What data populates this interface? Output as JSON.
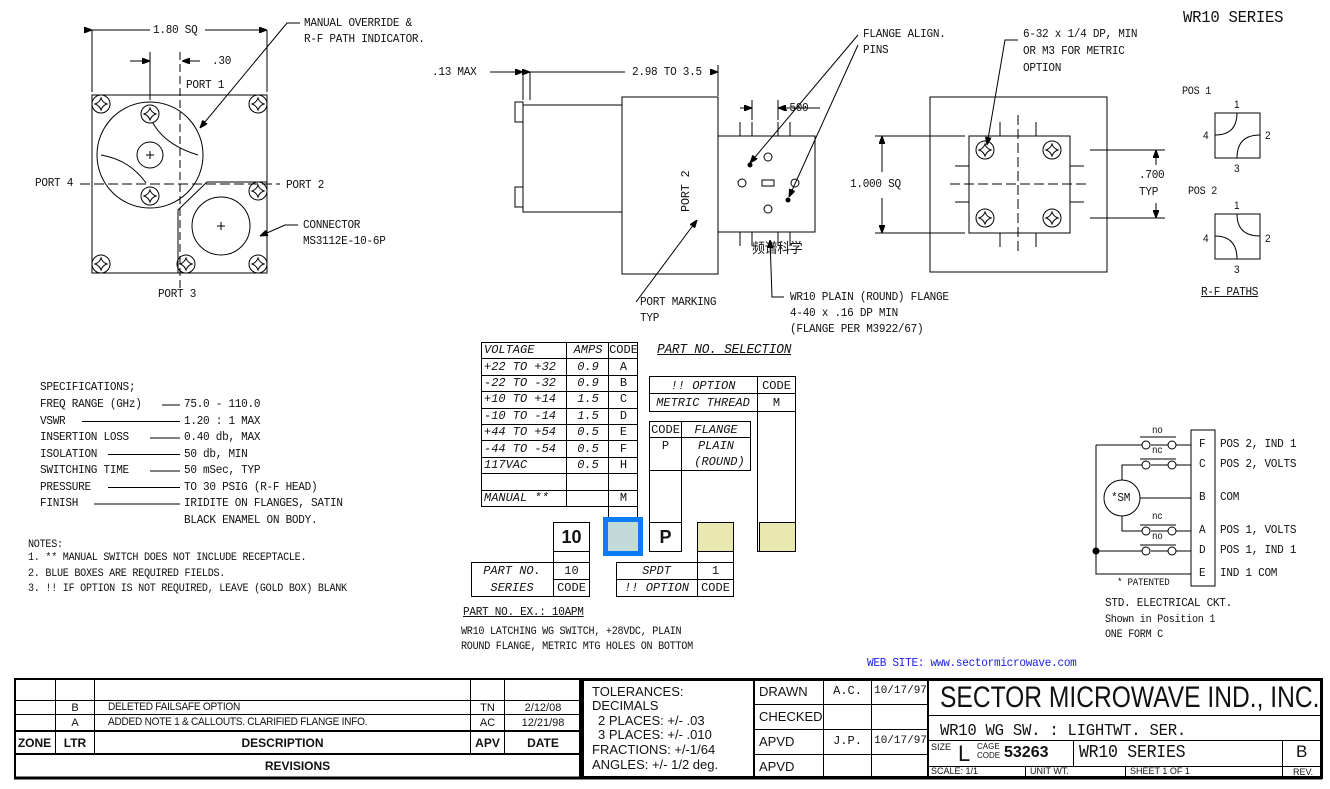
{
  "header": {
    "series_title": "WR10 SERIES"
  },
  "front_view": {
    "dim_width": "1.80 SQ",
    "dim_offset": ".30",
    "port1": "PORT 1",
    "port2": "PORT 2",
    "port3": "PORT 3",
    "port4": "PORT 4",
    "callout_override": [
      "MANUAL OVERRIDE &",
      "R-F PATH INDICATOR."
    ],
    "callout_connector": [
      "CONNECTOR",
      "MS3112E-10-6P"
    ]
  },
  "side_view": {
    "dim_max": ".13 MAX",
    "dim_length": "2.98 TO 3.5",
    "dim_pins": ".500",
    "port_label": "PORT 2",
    "callout_align": [
      "FLANGE ALIGN.",
      "PINS"
    ],
    "callout_marking": [
      "PORT MARKING",
      "TYP"
    ],
    "callout_flange": [
      "WR10 PLAIN (ROUND) FLANGE",
      "4-40 x .16 DP MIN",
      "(FLANGE PER M3922/67)"
    ],
    "watermark": "频谱科学"
  },
  "bottom_view": {
    "callout_holes": [
      "6-32 x 1/4 DP, MIN",
      "OR M3 FOR METRIC",
      "OPTION"
    ],
    "dim_sq": "1.000 SQ",
    "dim_typ": [
      ".700",
      "TYP"
    ]
  },
  "rf_paths": {
    "pos1": "POS 1",
    "pos2": "POS 2",
    "ports": [
      "1",
      "2",
      "3",
      "4"
    ],
    "title": "R-F PATHS"
  },
  "specs": {
    "title": "SPECIFICATIONS;",
    "rows": [
      {
        "label": "FREQ RANGE (GHz)",
        "value": "75.0 - 110.0"
      },
      {
        "label": "VSWR",
        "value": "1.20 : 1 MAX"
      },
      {
        "label": "INSERTION LOSS",
        "value": "0.40 db, MAX"
      },
      {
        "label": "ISOLATION",
        "value": "50 db, MIN"
      },
      {
        "label": "SWITCHING TIME",
        "value": "50 mSec, TYP"
      },
      {
        "label": "PRESSURE",
        "value": "TO 30 PSIG (R-F HEAD)"
      },
      {
        "label": "FINISH",
        "value": "IRIDITE ON FLANGES, SATIN"
      }
    ],
    "finish_cont": "BLACK ENAMEL ON BODY."
  },
  "notes": {
    "title": "NOTES:",
    "items": [
      "1. ** MANUAL SWITCH DOES NOT INCLUDE RECEPTACLE.",
      "2. BLUE BOXES ARE REQUIRED FIELDS.",
      "3. !! IF OPTION IS NOT REQUIRED, LEAVE (GOLD BOX) BLANK"
    ]
  },
  "voltage_table": {
    "headers": [
      "VOLTAGE",
      "AMPS",
      "CODE"
    ],
    "rows": [
      [
        "+22 TO +32",
        "0.9",
        "A"
      ],
      [
        "-22 TO -32",
        "0.9",
        "B"
      ],
      [
        "+10 TO +14",
        "1.5",
        "C"
      ],
      [
        "-10 TO -14",
        "1.5",
        "D"
      ],
      [
        "+44 TO +54",
        "0.5",
        "E"
      ],
      [
        "-44 TO -54",
        "0.5",
        "F"
      ],
      [
        "117VAC",
        "0.5",
        "H"
      ],
      [
        "",
        "",
        ""
      ],
      [
        "MANUAL **",
        "",
        "M"
      ]
    ]
  },
  "part_selection": {
    "title": "PART NO. SELECTION",
    "option_table": {
      "headers": [
        "!! OPTION",
        "CODE"
      ],
      "row": [
        "METRIC THREAD",
        "M"
      ]
    },
    "flange_table": {
      "headers": [
        "CODE",
        "FLANGE"
      ],
      "row": [
        "P",
        "PLAIN",
        "(ROUND)"
      ]
    },
    "series_box": "10",
    "flange_box": "P",
    "series_table": {
      "label": [
        "PART NO.",
        "SERIES"
      ],
      "value": "10",
      "code": "CODE"
    },
    "type_table": {
      "label": [
        "SPDT",
        "!! OPTION"
      ],
      "value": "1",
      "code": "CODE"
    },
    "example_title": "PART NO. EX.: 10APM",
    "example_desc": [
      "WR10 LATCHING WG SWITCH, +28VDC, PLAIN",
      "ROUND FLANGE, METRIC MTG HOLES ON BOTTOM"
    ],
    "colors": {
      "required": "#0a7cf5",
      "required_fill": "#c2dada",
      "optional_fill": "#e8e8b0"
    }
  },
  "circuit": {
    "pins": [
      {
        "pin": "F",
        "label": "POS 2, IND 1",
        "contact": "no"
      },
      {
        "pin": "C",
        "label": "POS 2, VOLTS",
        "contact": "nc"
      },
      {
        "pin": "B",
        "label": "COM",
        "contact": ""
      },
      {
        "pin": "A",
        "label": "POS 1, VOLTS",
        "contact": "nc"
      },
      {
        "pin": "D",
        "label": "POS 1, IND 1",
        "contact": "no"
      },
      {
        "pin": "E",
        "label": "IND 1 COM",
        "contact": ""
      }
    ],
    "motor": "*SM",
    "patented": "* PATENTED",
    "title": "STD. ELECTRICAL CKT.",
    "subtitle": [
      "Shown in Position 1",
      "ONE FORM C"
    ]
  },
  "website": "WEB SITE: www.sectormicrowave.com",
  "revisions": {
    "rows": [
      {
        "zone": "",
        "ltr": "B",
        "desc": "DELETED FAILSAFE OPTION",
        "apv": "TN",
        "date": "2/12/08"
      },
      {
        "zone": "",
        "ltr": "A",
        "desc": "ADDED NOTE 1 & CALLOUTS.  CLARIFIED FLANGE INFO.",
        "apv": "AC",
        "date": "12/21/98"
      }
    ],
    "headers": [
      "ZONE",
      "LTR",
      "DESCRIPTION",
      "APV",
      "DATE"
    ],
    "title": "REVISIONS"
  },
  "title_block": {
    "tolerances": [
      "TOLERANCES:",
      "DECIMALS",
      "2 PLACES: +/- .03",
      "3 PLACES: +/- .010",
      "FRACTIONS: +/-1/64",
      "ANGLES: +/- 1/2 deg."
    ],
    "approvals": [
      {
        "role": "DRAWN",
        "name": "A.C.",
        "date": "10/17/97"
      },
      {
        "role": "CHECKED",
        "name": "",
        "date": ""
      },
      {
        "role": "APVD",
        "name": "J.P.",
        "date": "10/17/97"
      },
      {
        "role": "APVD",
        "name": "",
        "date": ""
      }
    ],
    "company": "SECTOR MICROWAVE IND., INC.",
    "drawing_title": "WR10 WG SW. : LIGHTWT. SER.",
    "size_label": "SIZE",
    "size": "L",
    "cage_label": [
      "CAGE",
      "CODE"
    ],
    "cage": "53263",
    "dwg_no": "WR10 SERIES",
    "rev": "B",
    "rev_label": "REV.",
    "scale": "SCALE: 1/1",
    "unit_wt": "UNIT WT.",
    "sheet": "SHEET  1 OF 1"
  }
}
